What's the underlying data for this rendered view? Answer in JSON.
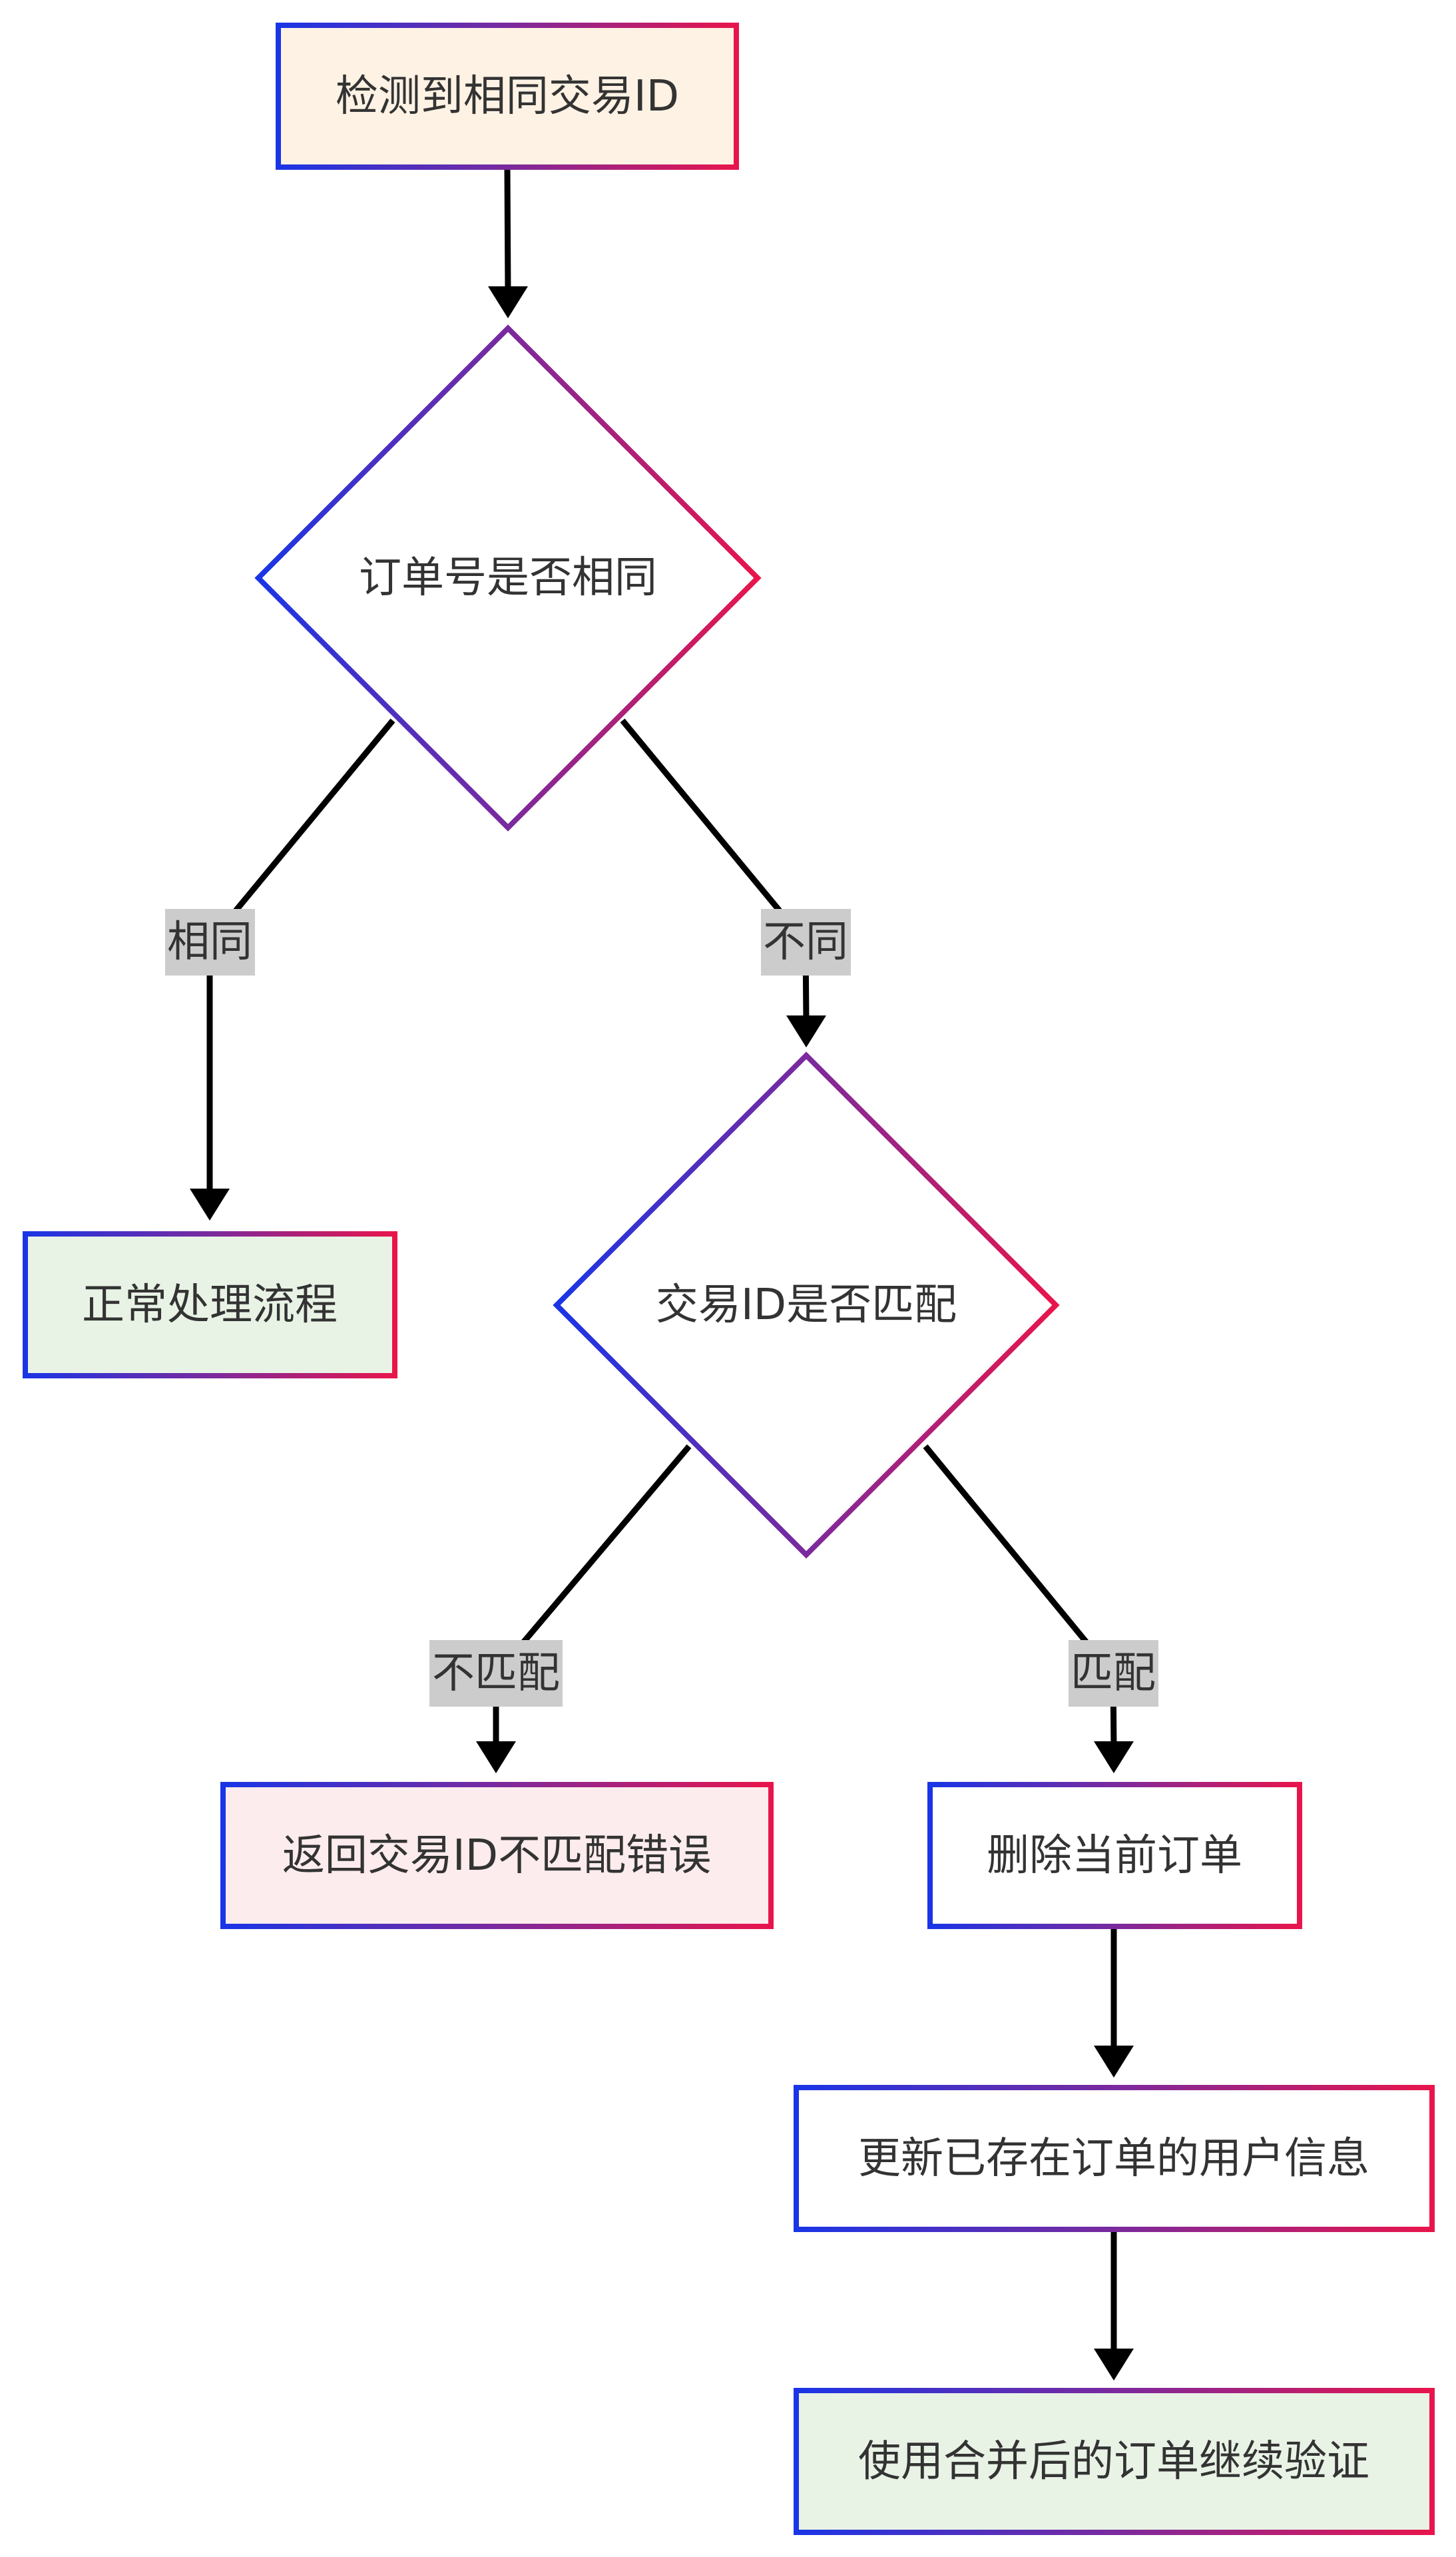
{
  "colors": {
    "gradient_start": "#1a35e6",
    "gradient_mid": "#7a2a9e",
    "gradient_end": "#e8154c",
    "fill_start": "#fdf2e4",
    "fill_normal": "#e8f3e6",
    "fill_error": "#fdeced",
    "fill_plain": "#ffffff",
    "fill_continue": "#e8f3e6",
    "edge": "#000000",
    "edge_label_bg": "#cccccc",
    "text": "#333333"
  },
  "nodes": {
    "start": {
      "label": "检测到相同交易ID",
      "shape": "rect"
    },
    "order_same": {
      "label": "订单号是否相同",
      "shape": "diamond"
    },
    "normal_flow": {
      "label": "正常处理流程",
      "shape": "rect"
    },
    "tx_match": {
      "label": "交易ID是否匹配",
      "shape": "diamond"
    },
    "mismatch_error": {
      "label": "返回交易ID不匹配错误",
      "shape": "rect"
    },
    "delete_order": {
      "label": "删除当前订单",
      "shape": "rect"
    },
    "update_user": {
      "label": "更新已存在订单的用户信息",
      "shape": "rect"
    },
    "continue_verify": {
      "label": "使用合并后的订单继续验证",
      "shape": "rect"
    }
  },
  "edges": {
    "e1": {
      "from": "start",
      "to": "order_same",
      "label": ""
    },
    "e2": {
      "from": "order_same",
      "to": "normal_flow",
      "label": "相同"
    },
    "e3": {
      "from": "order_same",
      "to": "tx_match",
      "label": "不同"
    },
    "e4": {
      "from": "tx_match",
      "to": "mismatch_error",
      "label": "不匹配"
    },
    "e5": {
      "from": "tx_match",
      "to": "delete_order",
      "label": "匹配"
    },
    "e6": {
      "from": "delete_order",
      "to": "update_user",
      "label": ""
    },
    "e7": {
      "from": "update_user",
      "to": "continue_verify",
      "label": ""
    }
  }
}
